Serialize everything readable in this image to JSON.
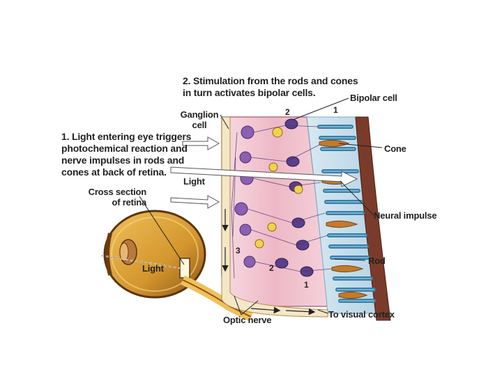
{
  "annotations": {
    "step2": [
      "2. Stimulation from the rods and cones",
      "in turn activates bipolar cells."
    ],
    "step1": [
      "1. Light entering eye triggers",
      "photochemical reaction and",
      "nerve impulses in rods and",
      "cones at back of retina."
    ],
    "ganglion_cell": [
      "Ganglion",
      "cell"
    ],
    "bipolar_cell": "Bipolar cell",
    "cone": "Cone",
    "neural_impulse": "Neural impulse",
    "rod": "Rod",
    "light_top": "Light",
    "light_eye": "Light",
    "cross_section": [
      "Cross section",
      "of retina"
    ],
    "optic_nerve": "Optic nerve",
    "to_visual_cortex": "To visual cortex",
    "num_top_2": "2",
    "num_top_1": "1",
    "num_bottom_3": "3",
    "num_bottom_2": "2",
    "num_bottom_1": "1"
  },
  "colors": {
    "tissue": "#f2c6cf",
    "tissue_dark": "#d98fa2",
    "ganglion": "#8a5fb4",
    "bipolar": "#5a3f8a",
    "cone": "#c47a2c",
    "rod": "#5fa3c8",
    "choroid": "#7a3b2a",
    "eyeball": "#d4962e",
    "nerve": "#a83a3a",
    "arrow": "#ffffff",
    "leader": "#222222"
  }
}
